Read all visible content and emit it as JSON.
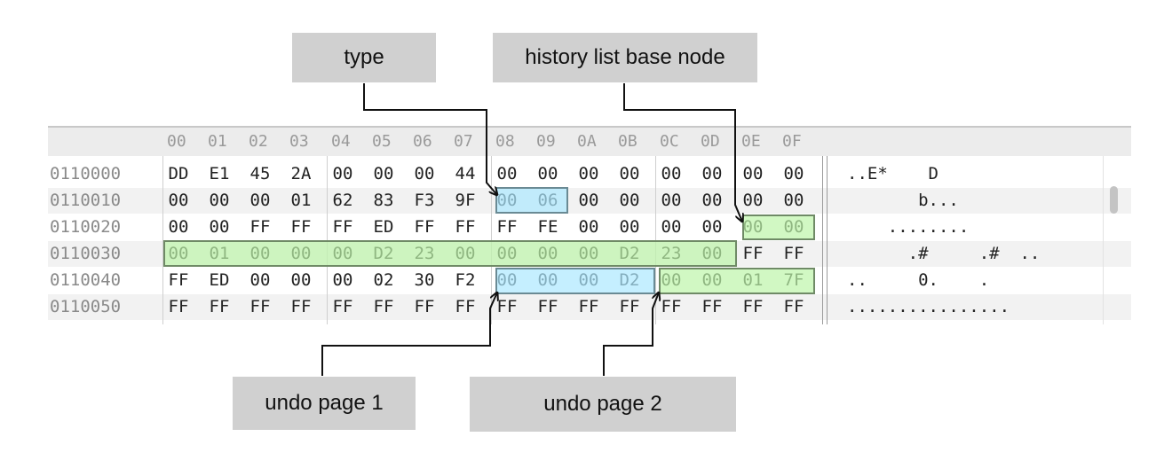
{
  "callouts": {
    "type": "type",
    "history": "history list base node",
    "undo1": "undo page 1",
    "undo2": "undo page 2"
  },
  "header_cols": [
    "00",
    "01",
    "02",
    "03",
    "04",
    "05",
    "06",
    "07",
    "08",
    "09",
    "0A",
    "0B",
    "0C",
    "0D",
    "0E",
    "0F"
  ],
  "rows": [
    {
      "addr": "0110000",
      "bytes": [
        "DD",
        "E1",
        "45",
        "2A",
        "00",
        "00",
        "00",
        "44",
        "00",
        "00",
        "00",
        "00",
        "00",
        "00",
        "00",
        "00"
      ],
      "ascii": "..E*    D"
    },
    {
      "addr": "0110010",
      "bytes": [
        "00",
        "00",
        "00",
        "01",
        "62",
        "83",
        "F3",
        "9F",
        "00",
        "06",
        "00",
        "00",
        "00",
        "00",
        "00",
        "00"
      ],
      "ascii": "       b..."
    },
    {
      "addr": "0110020",
      "bytes": [
        "00",
        "00",
        "FF",
        "FF",
        "FF",
        "ED",
        "FF",
        "FF",
        "FF",
        "FE",
        "00",
        "00",
        "00",
        "00",
        "00",
        "00"
      ],
      "ascii": "    ........"
    },
    {
      "addr": "0110030",
      "bytes": [
        "00",
        "01",
        "00",
        "00",
        "00",
        "D2",
        "23",
        "00",
        "00",
        "00",
        "00",
        "D2",
        "23",
        "00",
        "FF",
        "FF"
      ],
      "ascii": "      .#     .#  .."
    },
    {
      "addr": "0110040",
      "bytes": [
        "FF",
        "ED",
        "00",
        "00",
        "00",
        "02",
        "30",
        "F2",
        "00",
        "00",
        "00",
        "D2",
        "00",
        "00",
        "01",
        "7F"
      ],
      "ascii": "..     0.    ."
    },
    {
      "addr": "0110050",
      "bytes": [
        "FF",
        "FF",
        "FF",
        "FF",
        "FF",
        "FF",
        "FF",
        "FF",
        "FF",
        "FF",
        "FF",
        "FF",
        "FF",
        "FF",
        "FF",
        "FF"
      ],
      "ascii": "................"
    }
  ],
  "colors": {
    "blue_highlight": "#ade8ff",
    "green_highlight": "#bef5aa",
    "callout_bg": "#d0d0d0"
  }
}
